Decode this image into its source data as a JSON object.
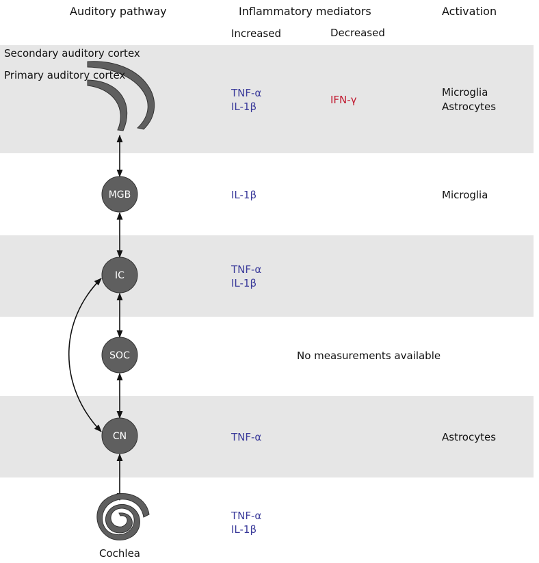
{
  "headers": {
    "auditory_pathway": "Auditory pathway",
    "inflammatory_mediators": "Inflammatory mediators",
    "increased": "Increased",
    "decreased": "Decreased",
    "activation": "Activation"
  },
  "cortex_labels": {
    "secondary": "Secondary auditory cortex",
    "primary": "Primary auditory cortex"
  },
  "nodes": {
    "mgb": "MGB",
    "ic": "IC",
    "soc": "SOC",
    "cn": "CN",
    "cochlea": "Cochlea"
  },
  "rows": [
    {
      "region": "Auditory cortex",
      "increased": [
        "TNF-α",
        "IL-1β"
      ],
      "decreased": [
        "IFN-γ"
      ],
      "activation": [
        "Microglia",
        "Astrocytes"
      ]
    },
    {
      "region": "MGB",
      "increased": [
        "IL-1β"
      ],
      "decreased": [],
      "activation": [
        "Microglia"
      ]
    },
    {
      "region": "IC",
      "increased": [
        "TNF-α",
        "IL-1β"
      ],
      "decreased": [],
      "activation": []
    },
    {
      "region": "SOC",
      "note": "No measurements available"
    },
    {
      "region": "CN",
      "increased": [
        "TNF-α"
      ],
      "decreased": [],
      "activation": [
        "Astrocytes"
      ]
    },
    {
      "region": "Cochlea",
      "increased": [
        "TNF-α",
        "IL-1β"
      ],
      "decreased": [],
      "activation": []
    }
  ],
  "colors": {
    "band": "#e6e6e6",
    "increased_text": "#3a3a9a",
    "decreased_text": "#c0182e",
    "node_fill": "#5f5f5f",
    "node_stroke": "#333333"
  }
}
